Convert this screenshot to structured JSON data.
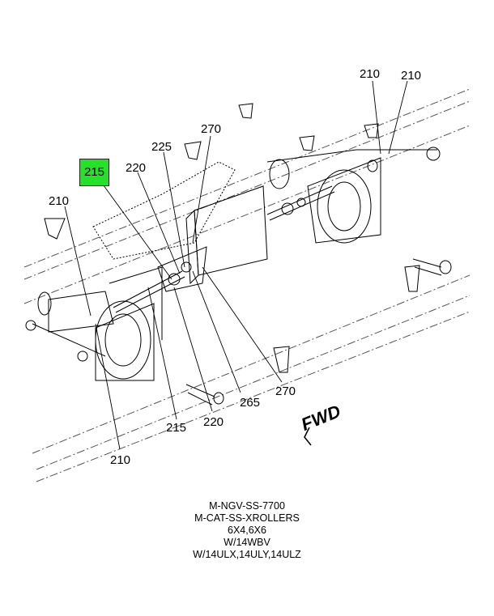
{
  "callouts": [
    {
      "id": "c210-top-a",
      "label": "210"
    },
    {
      "id": "c210-top-b",
      "label": "210"
    },
    {
      "id": "c270-top",
      "label": "270"
    },
    {
      "id": "c225",
      "label": "225"
    },
    {
      "id": "c215-hl",
      "label": "215"
    },
    {
      "id": "c220-top",
      "label": "220"
    },
    {
      "id": "c210-left",
      "label": "210"
    },
    {
      "id": "c270-bot",
      "label": "270"
    },
    {
      "id": "c265",
      "label": "265"
    },
    {
      "id": "c220-bot",
      "label": "220"
    },
    {
      "id": "c215-bot",
      "label": "215"
    },
    {
      "id": "c210-bot",
      "label": "210"
    }
  ],
  "fwd_label": "FWD",
  "caption": {
    "line1": "M-NGV-SS-7700",
    "line2": "M-CAT-SS-XROLLERS",
    "line3": "6X4,6X6",
    "line4": "W/14WBV",
    "line5": "W/14ULX,14ULY,14ULZ"
  },
  "footer": {
    "left": "",
    "right": ""
  },
  "colors": {
    "highlight": "#26e02a",
    "line": "#000000"
  }
}
